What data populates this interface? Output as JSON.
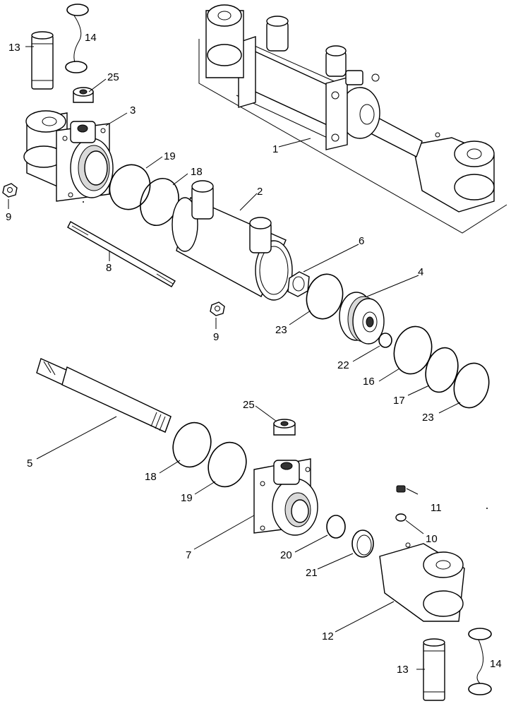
{
  "callouts": [
    {
      "id": "c1",
      "text": "1"
    },
    {
      "id": "c2",
      "text": "2"
    },
    {
      "id": "c3",
      "text": "3"
    },
    {
      "id": "c4",
      "text": "4"
    },
    {
      "id": "c5",
      "text": "5"
    },
    {
      "id": "c6",
      "text": "6"
    },
    {
      "id": "c7",
      "text": "7"
    },
    {
      "id": "c8",
      "text": "8"
    },
    {
      "id": "c9a",
      "text": "9"
    },
    {
      "id": "c9b",
      "text": "9"
    },
    {
      "id": "c10",
      "text": "10"
    },
    {
      "id": "c11",
      "text": "11"
    },
    {
      "id": "c12",
      "text": "12"
    },
    {
      "id": "c13a",
      "text": "13"
    },
    {
      "id": "c13b",
      "text": "13"
    },
    {
      "id": "c14a",
      "text": "14"
    },
    {
      "id": "c14b",
      "text": "14"
    },
    {
      "id": "c16",
      "text": "16"
    },
    {
      "id": "c17",
      "text": "17"
    },
    {
      "id": "c18a",
      "text": "18"
    },
    {
      "id": "c18b",
      "text": "18"
    },
    {
      "id": "c19a",
      "text": "19"
    },
    {
      "id": "c19b",
      "text": "19"
    },
    {
      "id": "c20",
      "text": "20"
    },
    {
      "id": "c21",
      "text": "21"
    },
    {
      "id": "c22",
      "text": "22"
    },
    {
      "id": "c23a",
      "text": "23"
    },
    {
      "id": "c23b",
      "text": "23"
    },
    {
      "id": "c25a",
      "text": "25"
    },
    {
      "id": "c25b",
      "text": "25"
    }
  ]
}
